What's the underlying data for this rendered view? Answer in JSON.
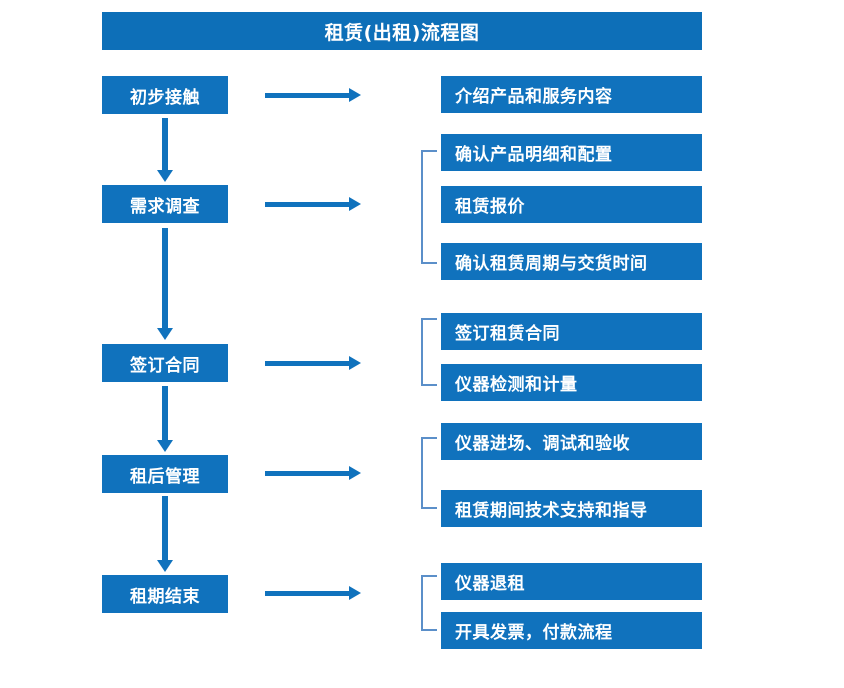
{
  "diagram": {
    "title": "租赁(出租)流程图",
    "accent_color": "#1072bd",
    "title_color": "#0d6fb8",
    "bracket_color": "#5b8fc9",
    "text_color": "#ffffff",
    "background_color": "#ffffff"
  },
  "stages": [
    {
      "label": "初步接触"
    },
    {
      "label": "需求调查"
    },
    {
      "label": "签订合同"
    },
    {
      "label": "租后管理"
    },
    {
      "label": "租期结束"
    }
  ],
  "details": [
    {
      "label": "介绍产品和服务内容"
    },
    {
      "label": "确认产品明细和配置"
    },
    {
      "label": "租赁报价"
    },
    {
      "label": "确认租赁周期与交货时间"
    },
    {
      "label": "签订租赁合同"
    },
    {
      "label": "仪器检测和计量"
    },
    {
      "label": "仪器进场、调试和验收"
    },
    {
      "label": "租赁期间技术支持和指导"
    },
    {
      "label": "仪器退租"
    },
    {
      "label": "开具发票，付款流程"
    }
  ]
}
